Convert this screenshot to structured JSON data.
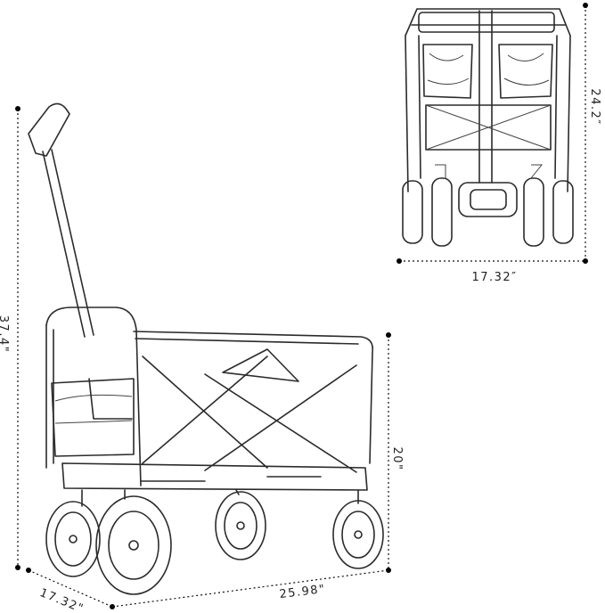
{
  "dimensions": {
    "top_view_height": "24.2″",
    "top_view_width": "17.32″",
    "overall_height": "37.4\"",
    "bed_height": "20\"",
    "length": "25.98\"",
    "depth": "17.32\""
  }
}
